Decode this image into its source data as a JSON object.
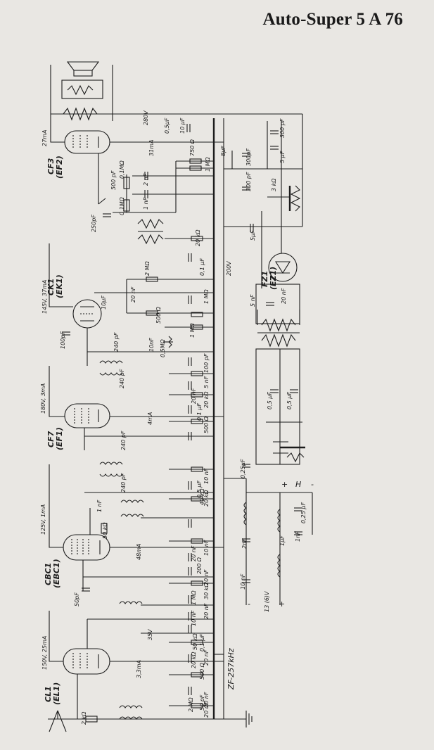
{
  "title": "Auto-Super 5 A 76",
  "tubes": [
    {
      "id": "cf3",
      "name": "CF3",
      "type": "(EF2)",
      "rating": "150V, 25mA"
    },
    {
      "id": "ck1",
      "name": "CK1",
      "type": "(EK1)",
      "rating": "125V, 1mA"
    },
    {
      "id": "cf7",
      "name": "CF7",
      "type": "(EF1)",
      "rating": "180V, 3mA"
    },
    {
      "id": "cbc1",
      "name": "CBC1",
      "type": "(EBC1)",
      "rating": "145V, 37mA"
    },
    {
      "id": "cl1",
      "name": "CL1",
      "type": "(EL1)",
      "rating": "27mA"
    },
    {
      "id": "fz1",
      "name": "FZ1",
      "type": "(EZ1)",
      "rating": ""
    }
  ],
  "if_frequency": "ZF-257kHz",
  "supply": {
    "battery": "13 (6)V",
    "plus": "+",
    "minus": "-",
    "h": "H"
  },
  "currents": {
    "cf3_grid": "3,3mA",
    "ck1_grid": "48mA",
    "cf7_grid": "4mA",
    "cl1_grid": "31mA",
    "v35": "35V"
  },
  "voltages": {
    "v280": "280V",
    "v200": "200V"
  },
  "components": {
    "c_0_5uf_top": "0,5µF",
    "c_10uf_top": "10 µF",
    "c_300pf_a": "300 pF",
    "c_5uf": "5 µF",
    "c_300pf_b": "300 pF",
    "r_3k": "3 kΩ",
    "c_300pf_c": "300pF",
    "c_8uf": "8µF",
    "r_750": "750 Ω",
    "r_1m_a": "1 MΩ",
    "r_0_1m_a": "0,1MΩ",
    "c_2nf": "2 nF",
    "c_500pf": "500 pF",
    "r_0_1m_b": "0,1MΩ",
    "c_1nf": "1 nF",
    "c_250pf": "250pF",
    "c_5uf_b": "5µF",
    "r_20k_a": "20 kΩ",
    "r_2m": "2 MΩ",
    "c_0_1uf": "0,1 µF",
    "c_20nf": "20 nF",
    "c_10uf_b": "10µF",
    "c_20nf_b": "20 nF",
    "r_1m_b": "1 MΩ",
    "r_500": "500 Ω",
    "r_1m_c": "1 MΩ",
    "c_100pf": "100pF",
    "c_10nf": "10nF",
    "pot_0_5m": "0,5MΩ",
    "c_240pf_a": "240 pF",
    "c_100pf_b": "100 pF",
    "c_5nf": "5 nF",
    "c_240pf_b": "240 pF",
    "c_20nf_c": "20 nF",
    "r_20k_b": "20 kΩ",
    "c_0_1uf_b": "0,1 µF",
    "r_500_b": "500 Ω",
    "c_240pf_c": "240 pF",
    "c_0_5uf_a": "0,5 µF",
    "c_0_5uf_b": "0,5 µF",
    "c_0_25uf": "0,25µF",
    "c_10nf_b": "10 nF",
    "c_0_5uf_c": "0,5 µF",
    "r_20k_c": "20 kΩ",
    "r_40k": "40 kΩ",
    "c_240pf_d": "240 pF",
    "c_0_25uf_b": "0,25 µF",
    "c_1nf_b": "1 nF",
    "r_50k": "50 kΩ",
    "c_1nf_c": "1nF",
    "c_1uf": "1µF",
    "c_2nf_b": "2nF",
    "c_10nf_c": "10 nF",
    "c_20nf_d": "20 nF",
    "r_200": "200 Ω",
    "c_20nf_e": "20 nF",
    "r_30k": "30 kΩ",
    "r_1m_d": "1 MΩ",
    "c_50pf": "50pF",
    "c_20nf_f": "20 nF",
    "c_10nf_d": "10 nF",
    "r_50k_b": "50 kΩ",
    "c_0_1uf_c": "0,1 µF",
    "r_500_c": "500 Ω",
    "c_20nf_g": "20 nF",
    "r_20k_d": "20 kΩ",
    "c_20nf_h": "20 nF",
    "c_50pf_b": "50 pF",
    "r_2m_b": "2 MΩ",
    "r_2k": "2 kΩ",
    "c_20nf_i": "20 nF",
    "c_5nf_b": "5 nF",
    "c_10nf_e": "10 nF"
  },
  "colors": {
    "paper": "#e9e7e3",
    "ink": "#1c1c1c"
  }
}
